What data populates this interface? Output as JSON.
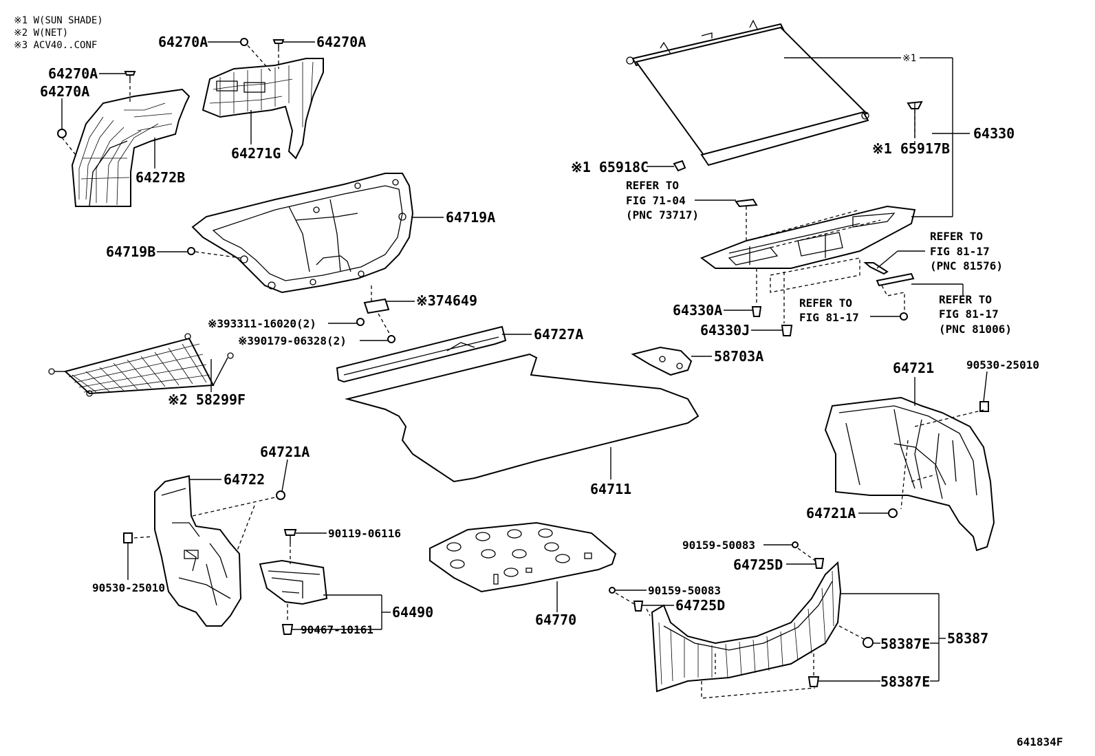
{
  "notes": [
    "※1  W(SUN SHADE)",
    "※2  W(NET)",
    "※3  ACV40..CONF"
  ],
  "figure_id": "641834F",
  "labels": {
    "l64270A_1": "64270A",
    "l64270A_2": "64270A",
    "l64270A_3": "64270A",
    "l64270A_4": "64270A",
    "l64271G": "64271G",
    "l64272B": "64272B",
    "l64719A": "64719A",
    "l64719B": "64719B",
    "l74649": "※374649",
    "l93311": "※393311-16020(2)",
    "l90179": "※390179-06328(2)",
    "l64727A": "64727A",
    "l58299F": "※2 58299F",
    "l64711": "64711",
    "l58703A": "58703A",
    "l64330": "64330",
    "l_x1": "※1",
    "l65917B": "※1 65917B",
    "l65918C": "※1 65918C",
    "l64330A": "64330A",
    "l64330J": "64330J",
    "l64721": "64721",
    "l90530a": "90530-25010",
    "l64721A_1": "64721A",
    "l64721A_2": "64721A",
    "l64722": "64722",
    "l90530b": "90530-25010",
    "l90119": "90119-06116",
    "l64490": "64490",
    "l90467": "90467-10161",
    "l64770": "64770",
    "l90159a": "90159-50083",
    "l90159b": "90159-50083",
    "l64725D_1": "64725D",
    "l64725D_2": "64725D",
    "l58387": "58387",
    "l58387E_1": "58387E",
    "l58387E_2": "58387E"
  },
  "refs": {
    "r1": [
      "REFER TO",
      "FIG 71-04",
      "(PNC 73717)"
    ],
    "r2": [
      "REFER TO",
      "FIG 81-17",
      "(PNC 81576)"
    ],
    "r3": [
      "REFER TO",
      "FIG 81-17"
    ],
    "r4": [
      "REFER TO",
      "FIG 81-17",
      "(PNC 81006)"
    ]
  }
}
